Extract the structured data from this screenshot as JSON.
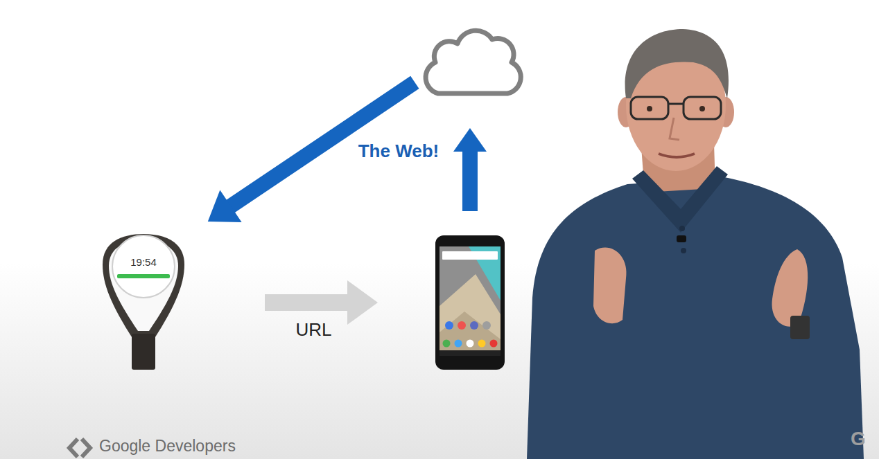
{
  "diagram": {
    "nodes": [
      {
        "text": []
      },
      {
        "text": [
          "19:54"
        ]
      },
      {
        "text": []
      }
    ],
    "edges": [
      {
        "from": 1,
        "to": 2,
        "arrow": "to",
        "label": "URL"
      },
      {
        "from": 2,
        "to": 0,
        "arrow": "to",
        "label": "The Web!"
      },
      {
        "from": 0,
        "to": 1,
        "arrow": "to"
      }
    ],
    "labels": [
      "Google Developers",
      "G"
    ]
  }
}
